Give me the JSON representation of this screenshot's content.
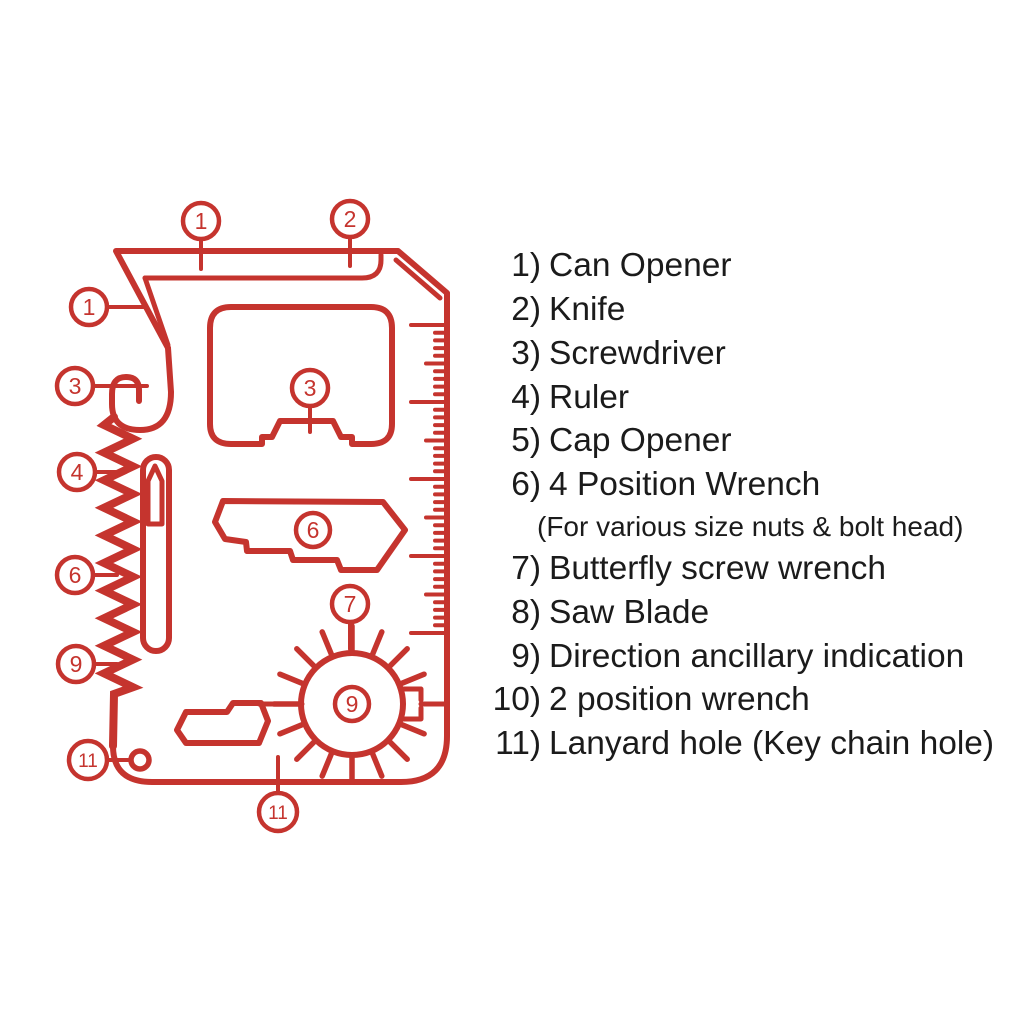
{
  "palette": {
    "line_red": "#c5342e",
    "text_ink": "#1b1b1b",
    "background": "#ffffff"
  },
  "legend": {
    "items": [
      {
        "num": "1)",
        "label": "Can Opener"
      },
      {
        "num": "2)",
        "label": "Knife"
      },
      {
        "num": "3)",
        "label": "Screwdriver"
      },
      {
        "num": "4)",
        "label": "Ruler"
      },
      {
        "num": "5)",
        "label": "Cap Opener"
      },
      {
        "num": "6)",
        "label": "4 Position Wrench"
      },
      {
        "num": "7)",
        "label": "Butterfly screw wrench"
      },
      {
        "num": "8)",
        "label": "Saw Blade"
      },
      {
        "num": "9)",
        "label": "Direction ancillary indication"
      },
      {
        "num": "10)",
        "label": "2 position wrench"
      },
      {
        "num": "11)",
        "label": "Lanyard hole (Key chain hole)"
      }
    ],
    "note": "(For various size nuts & bolt head)"
  },
  "diagram": {
    "callouts": {
      "t1": "1",
      "t2": "2",
      "l1": "1",
      "l3": "3",
      "l4": "4",
      "l6": "6",
      "l9": "9",
      "l11": "11",
      "c3": "3",
      "c6": "6",
      "c7": "7",
      "c9": "9",
      "b11": "11"
    }
  }
}
